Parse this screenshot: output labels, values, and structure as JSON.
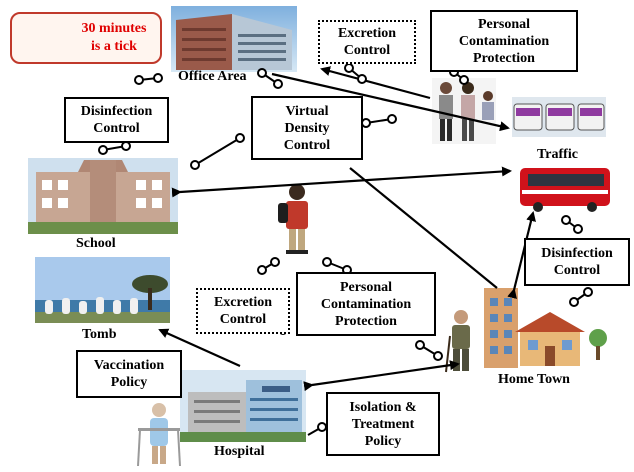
{
  "clock": {
    "line1": "30 minutes",
    "line2": "is a tick"
  },
  "places": {
    "office_area": "Office Area",
    "traffic": "Traffic",
    "school": "School",
    "tomb": "Tomb",
    "home_town": "Home Town",
    "hospital": "Hospital"
  },
  "policies": {
    "excretion_control_top": [
      "Excretion",
      "Control"
    ],
    "personal_protection_top": [
      "Personal",
      "Contamination",
      "Protection"
    ],
    "disinfection_left": [
      "Disinfection",
      "Control"
    ],
    "virtual_density": [
      "Virtual",
      "Density",
      "Control"
    ],
    "disinfection_right": [
      "Disinfection",
      "Control"
    ],
    "personal_protection_mid": [
      "Personal",
      "Contamination",
      "Protection"
    ],
    "excretion_control_mid": [
      "Excretion",
      "Control"
    ],
    "vaccination": [
      "Vaccination",
      "Policy"
    ],
    "isolation": [
      "Isolation &",
      "Treatment",
      "Policy"
    ]
  },
  "icons": [
    "clock-icon",
    "office-building-image",
    "people-walking-image",
    "buses-image",
    "bus-image",
    "school-building-image",
    "student-image",
    "cemetery-image",
    "elderly-man-image",
    "town-houses-image",
    "hospital-building-image",
    "patient-image"
  ]
}
